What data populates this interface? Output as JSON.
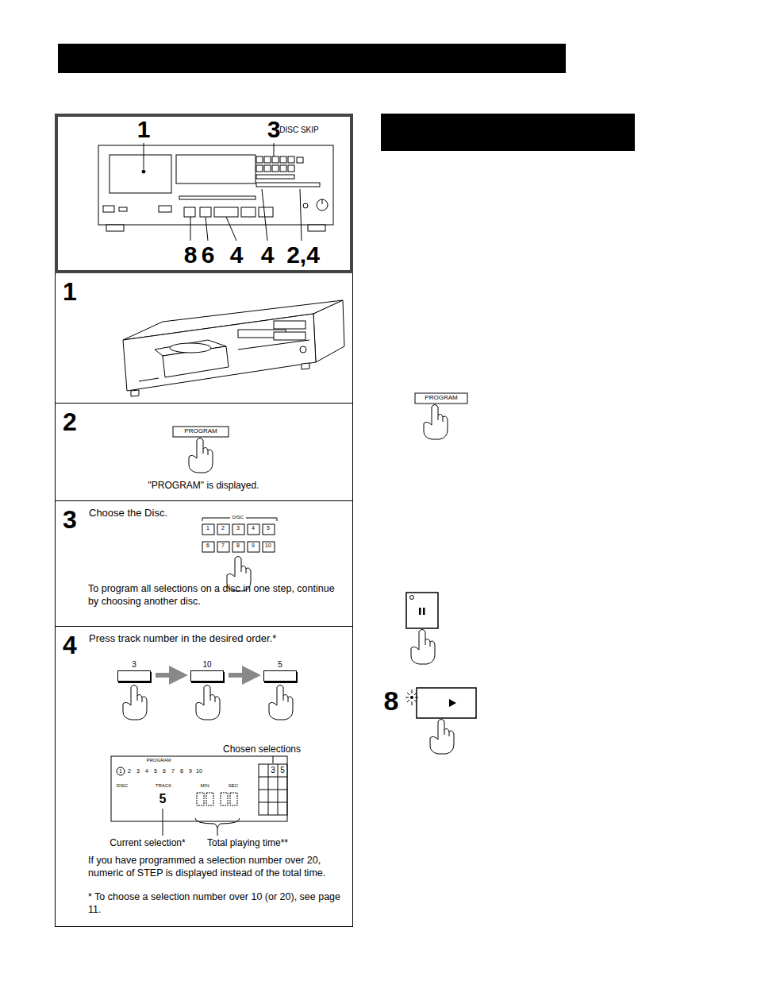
{
  "diagram": {
    "nodes": [
      {
        "text": [
          "1"
        ]
      },
      {
        "text": [
          "2",
          "\"PROGRAM\" is displayed."
        ]
      },
      {
        "text": [
          "3",
          "Choose the Disc.",
          "To program all selections on a disc in one step, continue by choosing another disc."
        ]
      },
      {
        "text": [
          "4",
          "Press track number in the desired order.*",
          "If you have programmed a selection number over 20, numeric of STEP is displayed instead of the total time.",
          "* To choose a selection number over 10 (or 20), see page 11."
        ]
      },
      {
        "text": [
          "3"
        ],
        "in": 3
      },
      {
        "text": [
          "10"
        ],
        "in": 3
      },
      {
        "text": [
          "5"
        ],
        "in": 3
      }
    ],
    "edges": [
      {
        "from": 4,
        "to": 5,
        "arrow": "to"
      },
      {
        "from": 5,
        "to": 6,
        "arrow": "to"
      }
    ],
    "labels": [
      "1",
      "3",
      "DISC SKIP",
      "8",
      "6",
      "4",
      "4",
      "2,4",
      "PROGRAM",
      "DISC",
      "1",
      "2",
      "3",
      "4",
      "5",
      "6",
      "7",
      "8",
      "9",
      "10",
      "Chosen selections",
      "PROGRAM",
      "1",
      "2",
      "3",
      "4",
      "5",
      "6",
      "7",
      "8",
      "9",
      "10",
      "DISC",
      "TRACK",
      "MIN",
      "SEC",
      "5",
      "3",
      "5",
      "Current selection*",
      "Total playing time**",
      "PROGRAM",
      "8"
    ]
  }
}
